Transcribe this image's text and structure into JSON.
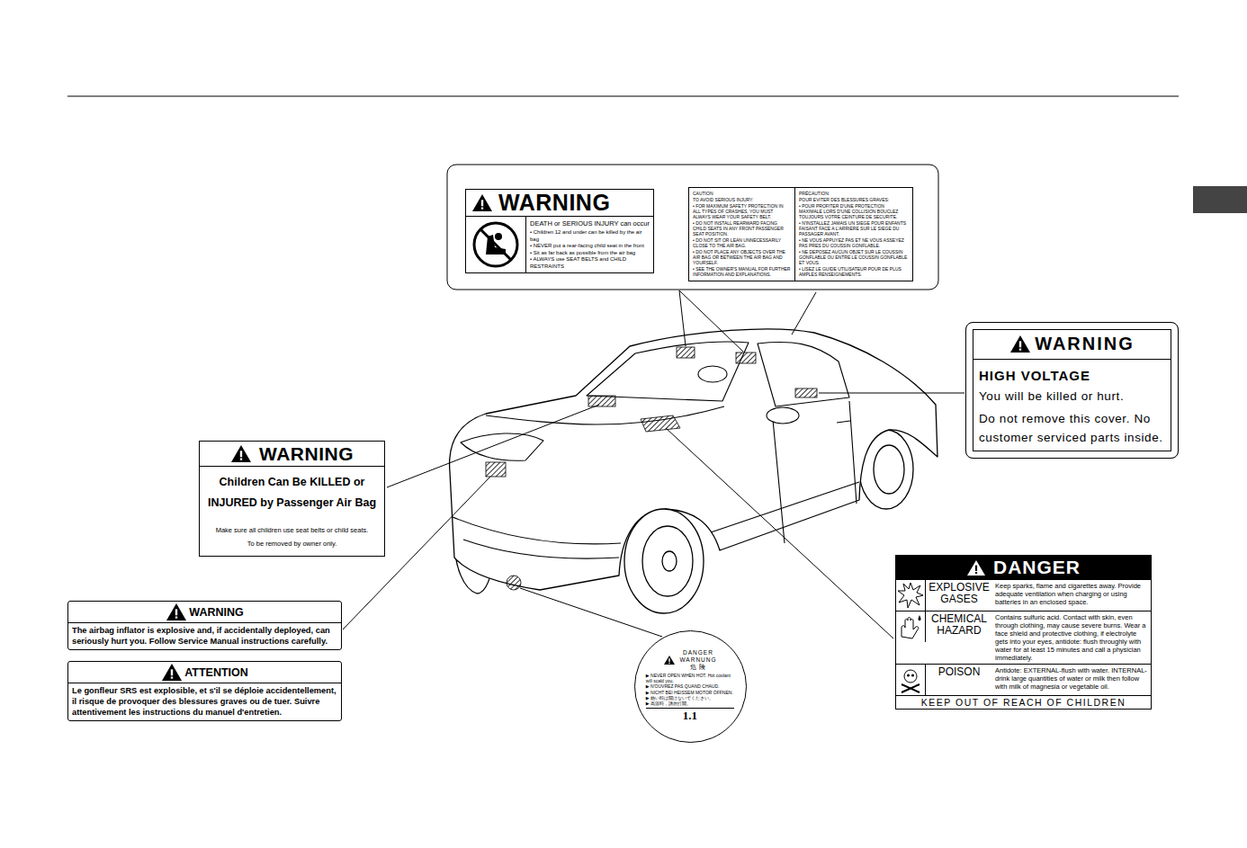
{
  "diagram": {
    "nodes": [
      {
        "text": [
          "WARNING",
          "DEATH or SERIOUS INJURY can occur",
          "• Children 12 and under can be killed by the air bag",
          "• NEVER put a rear-facing child seat in the front",
          "• Sit as far back as possible from the air bag",
          "• ALWAYS use SEAT BELTS and CHILD RESTRAINTS"
        ]
      },
      {
        "text": [
          "CAUTION",
          "TO AVOID SERIOUS INJURY:",
          "• FOR MAXIMUM SAFETY PROTECTION IN ALL TYPES OF CRASHES, YOU MUST ALWAYS WEAR YOUR SAFETY BELT.",
          "• DO NOT INSTALL REARWARD FACING CHILD SEATS IN ANY FRONT PASSENGER SEAT POSITION.",
          "• DO NOT SIT OR LEAN UNNECESSARILY CLOSE TO THE AIR BAG.",
          "• DO NOT PLACE ANY OBJECTS OVER THE AIR BAG OR BETWEEN THE AIR BAG AND YOURSELF.",
          "• SEE THE OWNER'S MANUAL FOR FURTHER INFORMATION AND EXPLANATIONS."
        ]
      },
      {
        "text": [
          "PRÉCAUTION:",
          "POUR EVITER DES BLESSURES GRAVES:",
          "• POUR PROFITER D'UNE PROTECTION MAXIMALE LORS D'UNE COLLISION BOUCLEZ TOUJOURS VOTRE CEINTURE DE SECURITE.",
          "• N'INSTALLEZ JAMAIS UN SIEGE POUR ENFANTS FAISANT FACE A L'ARRIERE SUR LE SIEGE DU PASSAGER AVANT.",
          "• NE VOUS APPUYEZ PAS ET NE VOUS ASSEYEZ PAS PRES DU COUSSIN GONFLABLE.",
          "• NE DEPOSEZ AUCUN OBJET SUR LE COUSSIN GONFLABLE OU ENTRE LE COUSSIN GONFLABLE ET VOUS.",
          "• LISEZ LE GUIDE UTILISATEUR POUR DE PLUS AMPLES RENSEIGNEMENTS."
        ]
      },
      {
        "text": [
          "WARNING",
          "HIGH VOLTAGE",
          "You will be killed or hurt.",
          "Do not remove this cover. No customer serviced parts inside."
        ]
      },
      {
        "text": [
          "WARNING",
          "Children Can Be KILLED or INJURED by Passenger Air Bag",
          "Make sure all children use seat belts or child seats.",
          "To be removed by owner only."
        ]
      },
      {
        "text": [
          "WARNING",
          "The airbag inflator is explosive and, if accidentally deployed, can seriously hurt you. Follow Service Manual instructions carefully."
        ]
      },
      {
        "text": [
          "ATTENTION",
          "Le gonfleur SRS est explosible, et s'il se déploie accidentellement, il risque de provoquer des blessures graves ou de tuer. Suivre attentivement les instructions du manuel d'entretien."
        ]
      },
      {
        "text": [
          "DANGER",
          "WARNUNG",
          "危 険",
          "▶ NEVER OPEN WHEN HOT. Hot coolant will scald you.",
          "▶ N'OUVREZ PAS QUAND CHAUD.",
          "▶ NICHT BEI HEISSEM MOTOR ÖFFNEN.",
          "▶ 熱い時は開けないでください。",
          "▶ 高温時，請勿打開。",
          "1.1"
        ]
      },
      {
        "text": [
          "DANGER",
          "EXPLOSIVE GASES",
          "Keep sparks, flame and cigarettes away. Provide adequate ventilation when charging or using batteries in an enclosed space.",
          "CHEMICAL HAZARD",
          "Contains sulfuric acid. Contact with skin, even through clothing, may cause severe burns. Wear a face shield and protective clothing, if electrolyte gets into your eyes, antidote: flush throughly with water for at least 15 minutes and call a physician immediately.",
          "POISON",
          "Antidote: EXTERNAL-flush with water. INTERNAL-drink large quantities of water or milk then follow with milk of magnesia or vegetable oil.",
          "KEEP OUT OF REACH OF CHILDREN"
        ]
      }
    ]
  }
}
